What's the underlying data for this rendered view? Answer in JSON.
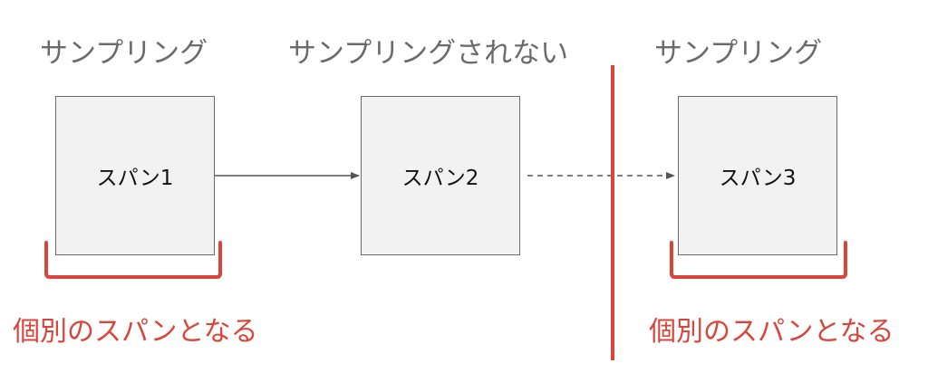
{
  "headings": {
    "col1": "サンプリング",
    "col2": "サンプリングされない",
    "col3": "サンプリング"
  },
  "spans": [
    {
      "label": "スパン1"
    },
    {
      "label": "スパン2"
    },
    {
      "label": "スパン3"
    }
  ],
  "notes": {
    "left": "個別のスパンとなる",
    "right": "個別のスパンとなる"
  },
  "colors": {
    "accent": "#d9453b",
    "heading_text": "#6b6b6b",
    "box_fill": "#f2f2f2",
    "box_border": "#6b6b6b",
    "arrow": "#555555"
  }
}
